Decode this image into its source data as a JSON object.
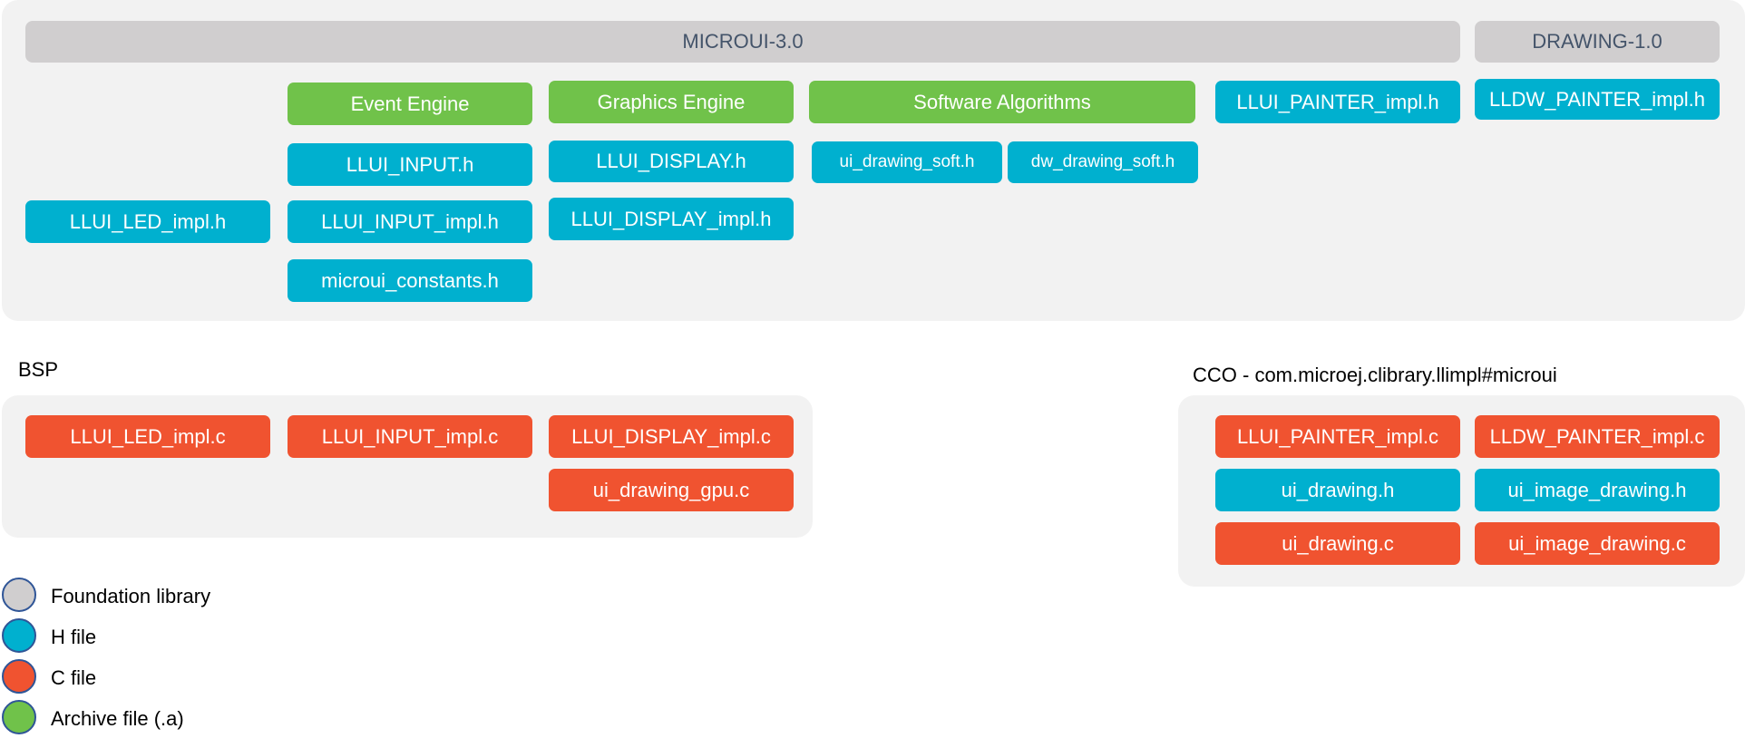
{
  "colors": {
    "foundation": "#d0cecf",
    "h_file": "#00b0cf",
    "c_file": "#f05330",
    "archive": "#70c24a",
    "panel_bg": "#f2f2f2"
  },
  "top": {
    "microui_header": "MICROUI-3.0",
    "drawing_header": "DRAWING-1.0",
    "event_engine": "Event Engine",
    "graphics_engine": "Graphics Engine",
    "software_algorithms": "Software Algorithms",
    "llui_painter_h": "LLUI_PAINTER_impl.h",
    "lldw_painter_h": "LLDW_PAINTER_impl.h",
    "llui_input_h": "LLUI_INPUT.h",
    "llui_display_h": "LLUI_DISPLAY.h",
    "ui_drawing_soft_h": "ui_drawing_soft.h",
    "dw_drawing_soft_h": "dw_drawing_soft.h",
    "llui_led_impl_h": "LLUI_LED_impl.h",
    "llui_input_impl_h": "LLUI_INPUT_impl.h",
    "llui_display_impl_h": "LLUI_DISPLAY_impl.h",
    "microui_constants_h": "microui_constants.h"
  },
  "bsp": {
    "title": "BSP",
    "llui_led_impl_c": "LLUI_LED_impl.c",
    "llui_input_impl_c": "LLUI_INPUT_impl.c",
    "llui_display_impl_c": "LLUI_DISPLAY_impl.c",
    "ui_drawing_gpu_c": "ui_drawing_gpu.c"
  },
  "cco": {
    "title": "CCO - com.microej.clibrary.llimpl#microui",
    "llui_painter_impl_c": "LLUI_PAINTER_impl.c",
    "lldw_painter_impl_c": "LLDW_PAINTER_impl.c",
    "ui_drawing_h": "ui_drawing.h",
    "ui_image_drawing_h": "ui_image_drawing.h",
    "ui_drawing_c": "ui_drawing.c",
    "ui_image_drawing_c": "ui_image_drawing.c"
  },
  "legend": {
    "foundation": "Foundation library",
    "h_file": "H file",
    "c_file": "C file",
    "archive": "Archive file (.a)"
  }
}
